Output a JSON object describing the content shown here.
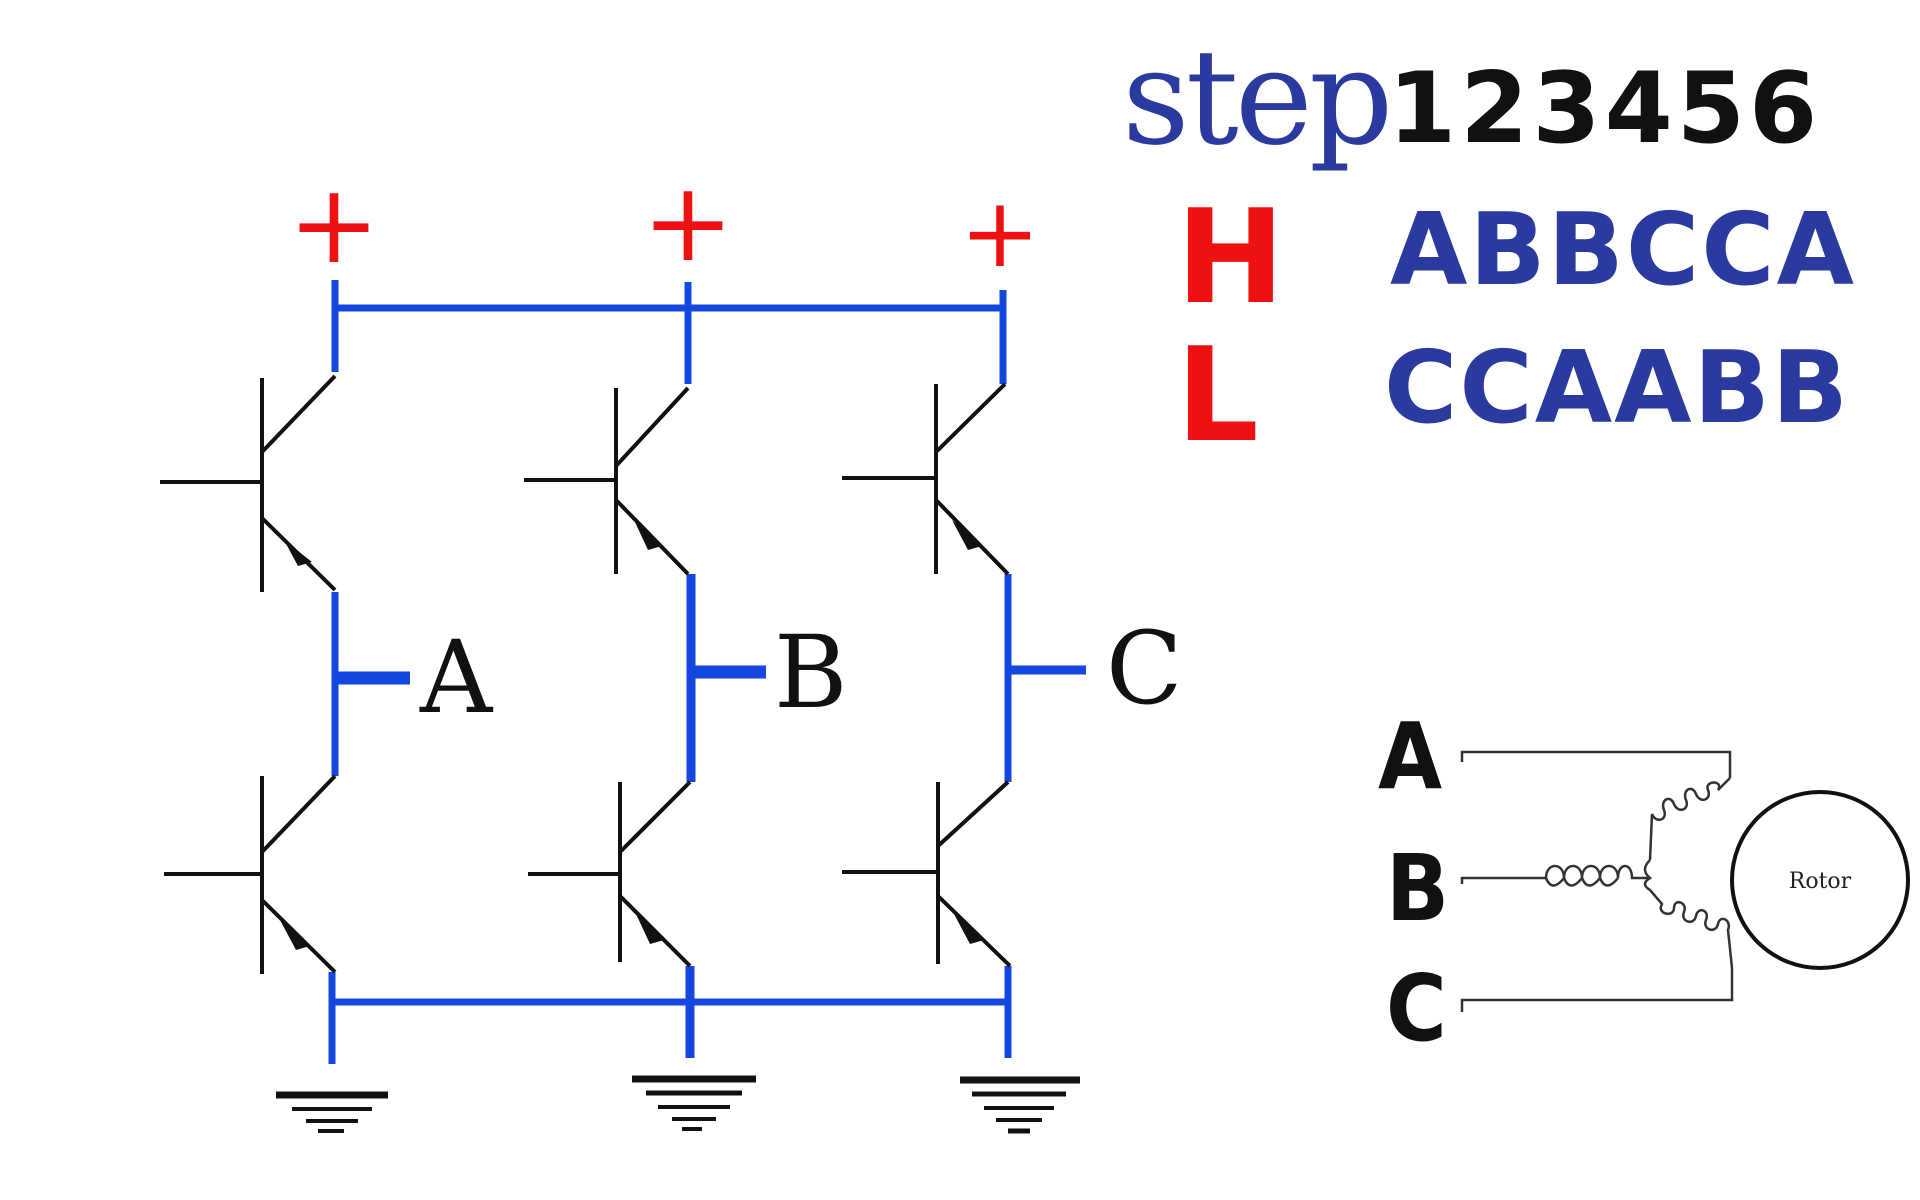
{
  "bridge": {
    "positive_symbol": "+",
    "phase_a": "A",
    "phase_b": "B",
    "phase_c": "C"
  },
  "commutation_table": {
    "step_word": "step",
    "step_numbers": "123456",
    "high_label": "H",
    "high_sequence": "ABBCCA",
    "low_label": "L",
    "low_sequence": "CCAABB"
  },
  "motor": {
    "input_a": "A",
    "input_b": "B",
    "input_c": "C",
    "rotor_label": "Rotor"
  },
  "colors": {
    "bus_blue": "#1447e0",
    "plus_red": "#ee1111",
    "table_blue": "#2b3a9e",
    "table_red": "#ee1111",
    "ink": "#111111"
  }
}
